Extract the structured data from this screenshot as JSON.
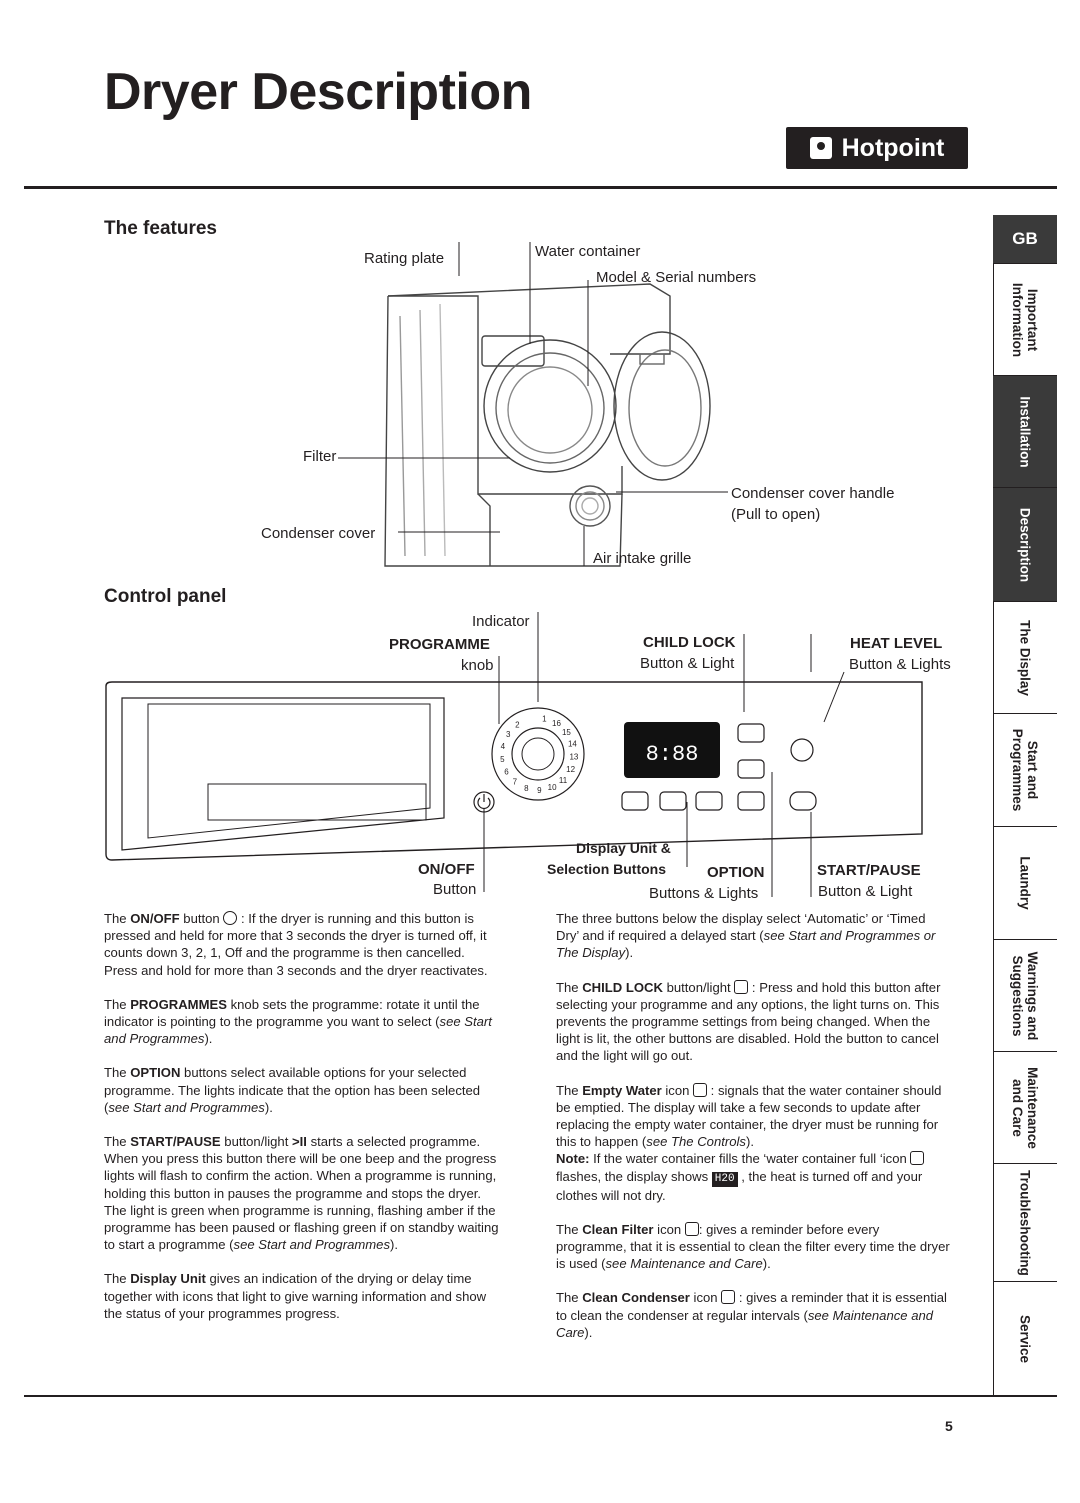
{
  "page": {
    "title": "Dryer Description",
    "brand": "Hotpoint",
    "page_number": "5"
  },
  "side_tabs": {
    "lang": "GB",
    "items": [
      {
        "label": "Important Information",
        "active": false
      },
      {
        "label": "Installation",
        "active": true
      },
      {
        "label": "Description",
        "active": true
      },
      {
        "label": "The Display",
        "active": false
      },
      {
        "label": "Start and Programmes",
        "active": false
      },
      {
        "label": "Laundry",
        "active": false
      },
      {
        "label": "Warnings and Suggestions",
        "active": false
      },
      {
        "label": "Maintenance and Care",
        "active": false
      },
      {
        "label": "Troubleshooting",
        "active": false
      },
      {
        "label": "Service",
        "active": false
      }
    ]
  },
  "features": {
    "heading": "The features",
    "labels": {
      "rating_plate": "Rating plate",
      "water_container": "Water container",
      "model_serial": "Model & Serial numbers",
      "filter": "Filter",
      "condenser_handle_1": "Condenser cover handle",
      "condenser_handle_2": "(Pull to open)",
      "condenser_cover": "Condenser cover",
      "air_intake": "Air intake grille"
    }
  },
  "control_panel": {
    "heading": "Control panel",
    "labels": {
      "indicator": "Indicator",
      "programme": "PROGRAMME",
      "programme_sub": "knob",
      "child_lock": "CHILD LOCK",
      "child_lock_sub": "Button & Light",
      "heat_level": "HEAT LEVEL",
      "heat_level_sub": "Button & Lights",
      "on_off": "ON/OFF",
      "on_off_sub": "Button",
      "display_unit_1": "Display Unit &",
      "display_unit_2": "Selection Buttons",
      "option": "OPTION",
      "option_sub": "Buttons & Lights",
      "start_pause": "START/PAUSE",
      "start_pause_sub": "Button & Light"
    },
    "display_readout": "8:88",
    "knob_numbers": [
      "1",
      "2",
      "3",
      "4",
      "5",
      "6",
      "7",
      "8",
      "9",
      "10",
      "11",
      "12",
      "13",
      "14",
      "15",
      "16"
    ]
  },
  "text_left": [
    "The <b>ON/OFF</b> button <span class='ico-power'></span> : If the dryer is running and this button is pressed and held for more that 3 seconds the dryer is turned off, it counts down 3, 2, 1, Off and the programme is then cancelled.",
    "Press and hold for more than 3 seconds and the dryer reactivates.",
    "The <b>PROGRAMMES</b> knob sets the programme: rotate it until the indicator is pointing to the programme you want to select (<i>see Start and Programmes</i>).",
    "The <b>OPTION</b> buttons select available options for your selected programme. The lights indicate that the option has been selected (<i>see Start and Programmes</i>).",
    "The <b>START/PAUSE</b> button/light <b>&gt;II</b> starts a selected programme. When you press this button there will be one beep and the progress lights will flash to confirm the action. When a programme is running, holding this button in pauses the programme and stops the dryer.",
    "The light is green when programme is running, flashing amber if the programme has been paused or flashing green if on standby waiting to start a programme (<i>see Start and Programmes</i>).",
    "The <b>Display Unit</b> gives an indication of the drying or delay time together with icons that light to give warning information and show the status of your programmes progress."
  ],
  "text_right": [
    "The three buttons below the display select ‘Automatic’ or ‘Timed Dry’ and if required a delayed start (<i>see Start and Programmes or The Display</i>).",
    "The <b>CHILD LOCK</b> button/light <span class='ico-s'></span> : Press and hold this button after selecting your programme and any options, the light turns on. This prevents the programme settings from being changed. When the light is lit, the other buttons are disabled. Hold the button to cancel and the light will go out.",
    "The <b>Empty Water</b> icon <span class='ico-s'></span> : signals that the water container should be emptied. The display will take a few seconds to update after replacing the empty water container, the dryer must be running for this to happen (<i>see The Controls</i>).",
    "<b>Note:</b> If the water container fills the ‘water container full ‘icon <span class='ico-s'></span> flashes, the display shows <span class='ico-h20'>H20</span> , the heat is turned off and your clothes will not dry.",
    "The <b>Clean Filter</b> icon <span class='ico-s'></span>: gives a reminder before every programme, that it is essential to clean the filter every time the dryer is used (<i>see Maintenance and Care</i>).",
    "The <b>Clean Condenser</b> icon <span class='ico-s'></span> : gives a reminder that it is essential to clean the condenser at regular intervals (<i>see Maintenance and Care</i>)."
  ]
}
